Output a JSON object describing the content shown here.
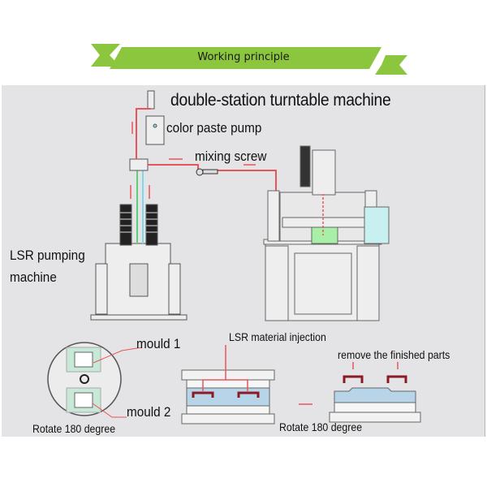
{
  "banner": {
    "title": "Working principle",
    "color": "#8cc63f"
  },
  "diagram": {
    "title": "double-station turntable machine",
    "labels": {
      "color_paste_pump": "color paste pump",
      "mixing_screw": "mixing screw",
      "lsr_pumping_machine_line1": "LSR pumping",
      "lsr_pumping_machine_line2": "machine",
      "mould_1": "mould 1",
      "mould_2": "mould 2",
      "rotate_left": "Rotate 180 degree",
      "lsr_material_injection": "LSR material injection",
      "remove_finished_parts": "remove the finished parts",
      "rotate_right": "Rotate 180 degree"
    },
    "colors": {
      "flow_line": "#e8545c",
      "part": "#8b1a24",
      "green_flow": "#5fd07a",
      "cyan_flow": "#7fd8e8",
      "mould_fill": "#b8d4e8",
      "panel_bg": "#e4e4e6"
    }
  }
}
